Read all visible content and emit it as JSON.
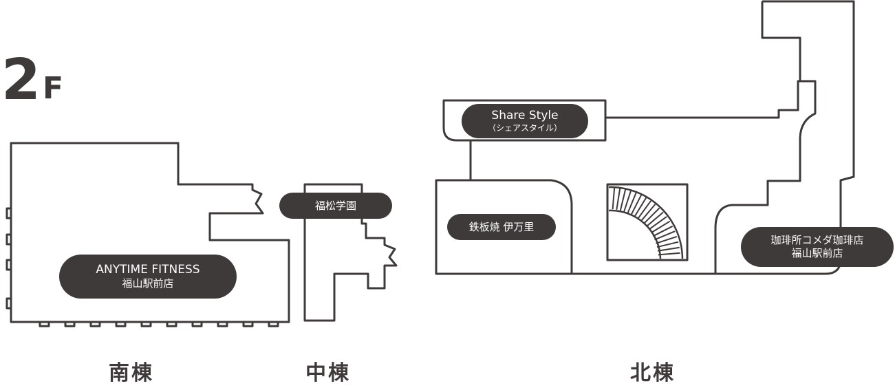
{
  "floor": {
    "number": "2",
    "unit": "F"
  },
  "buildings": {
    "south": "南棟",
    "center": "中棟",
    "north": "北棟"
  },
  "stores": {
    "anytime": {
      "line1": "ANYTIME FITNESS",
      "line2": "福山駅前店"
    },
    "fukumatsu": {
      "line1": "福松学園"
    },
    "share_style": {
      "line1": "Share Style",
      "line2": "（シェアスタイル）"
    },
    "teppanyaki": {
      "line1": "鉄板焼 伊万里"
    },
    "komeda": {
      "line1": "珈琲所コメダ珈琲店",
      "line2": "福山駅前店"
    }
  },
  "colors": {
    "ink": "#3e3a39",
    "background": "#ffffff",
    "label_text": "#ffffff"
  }
}
